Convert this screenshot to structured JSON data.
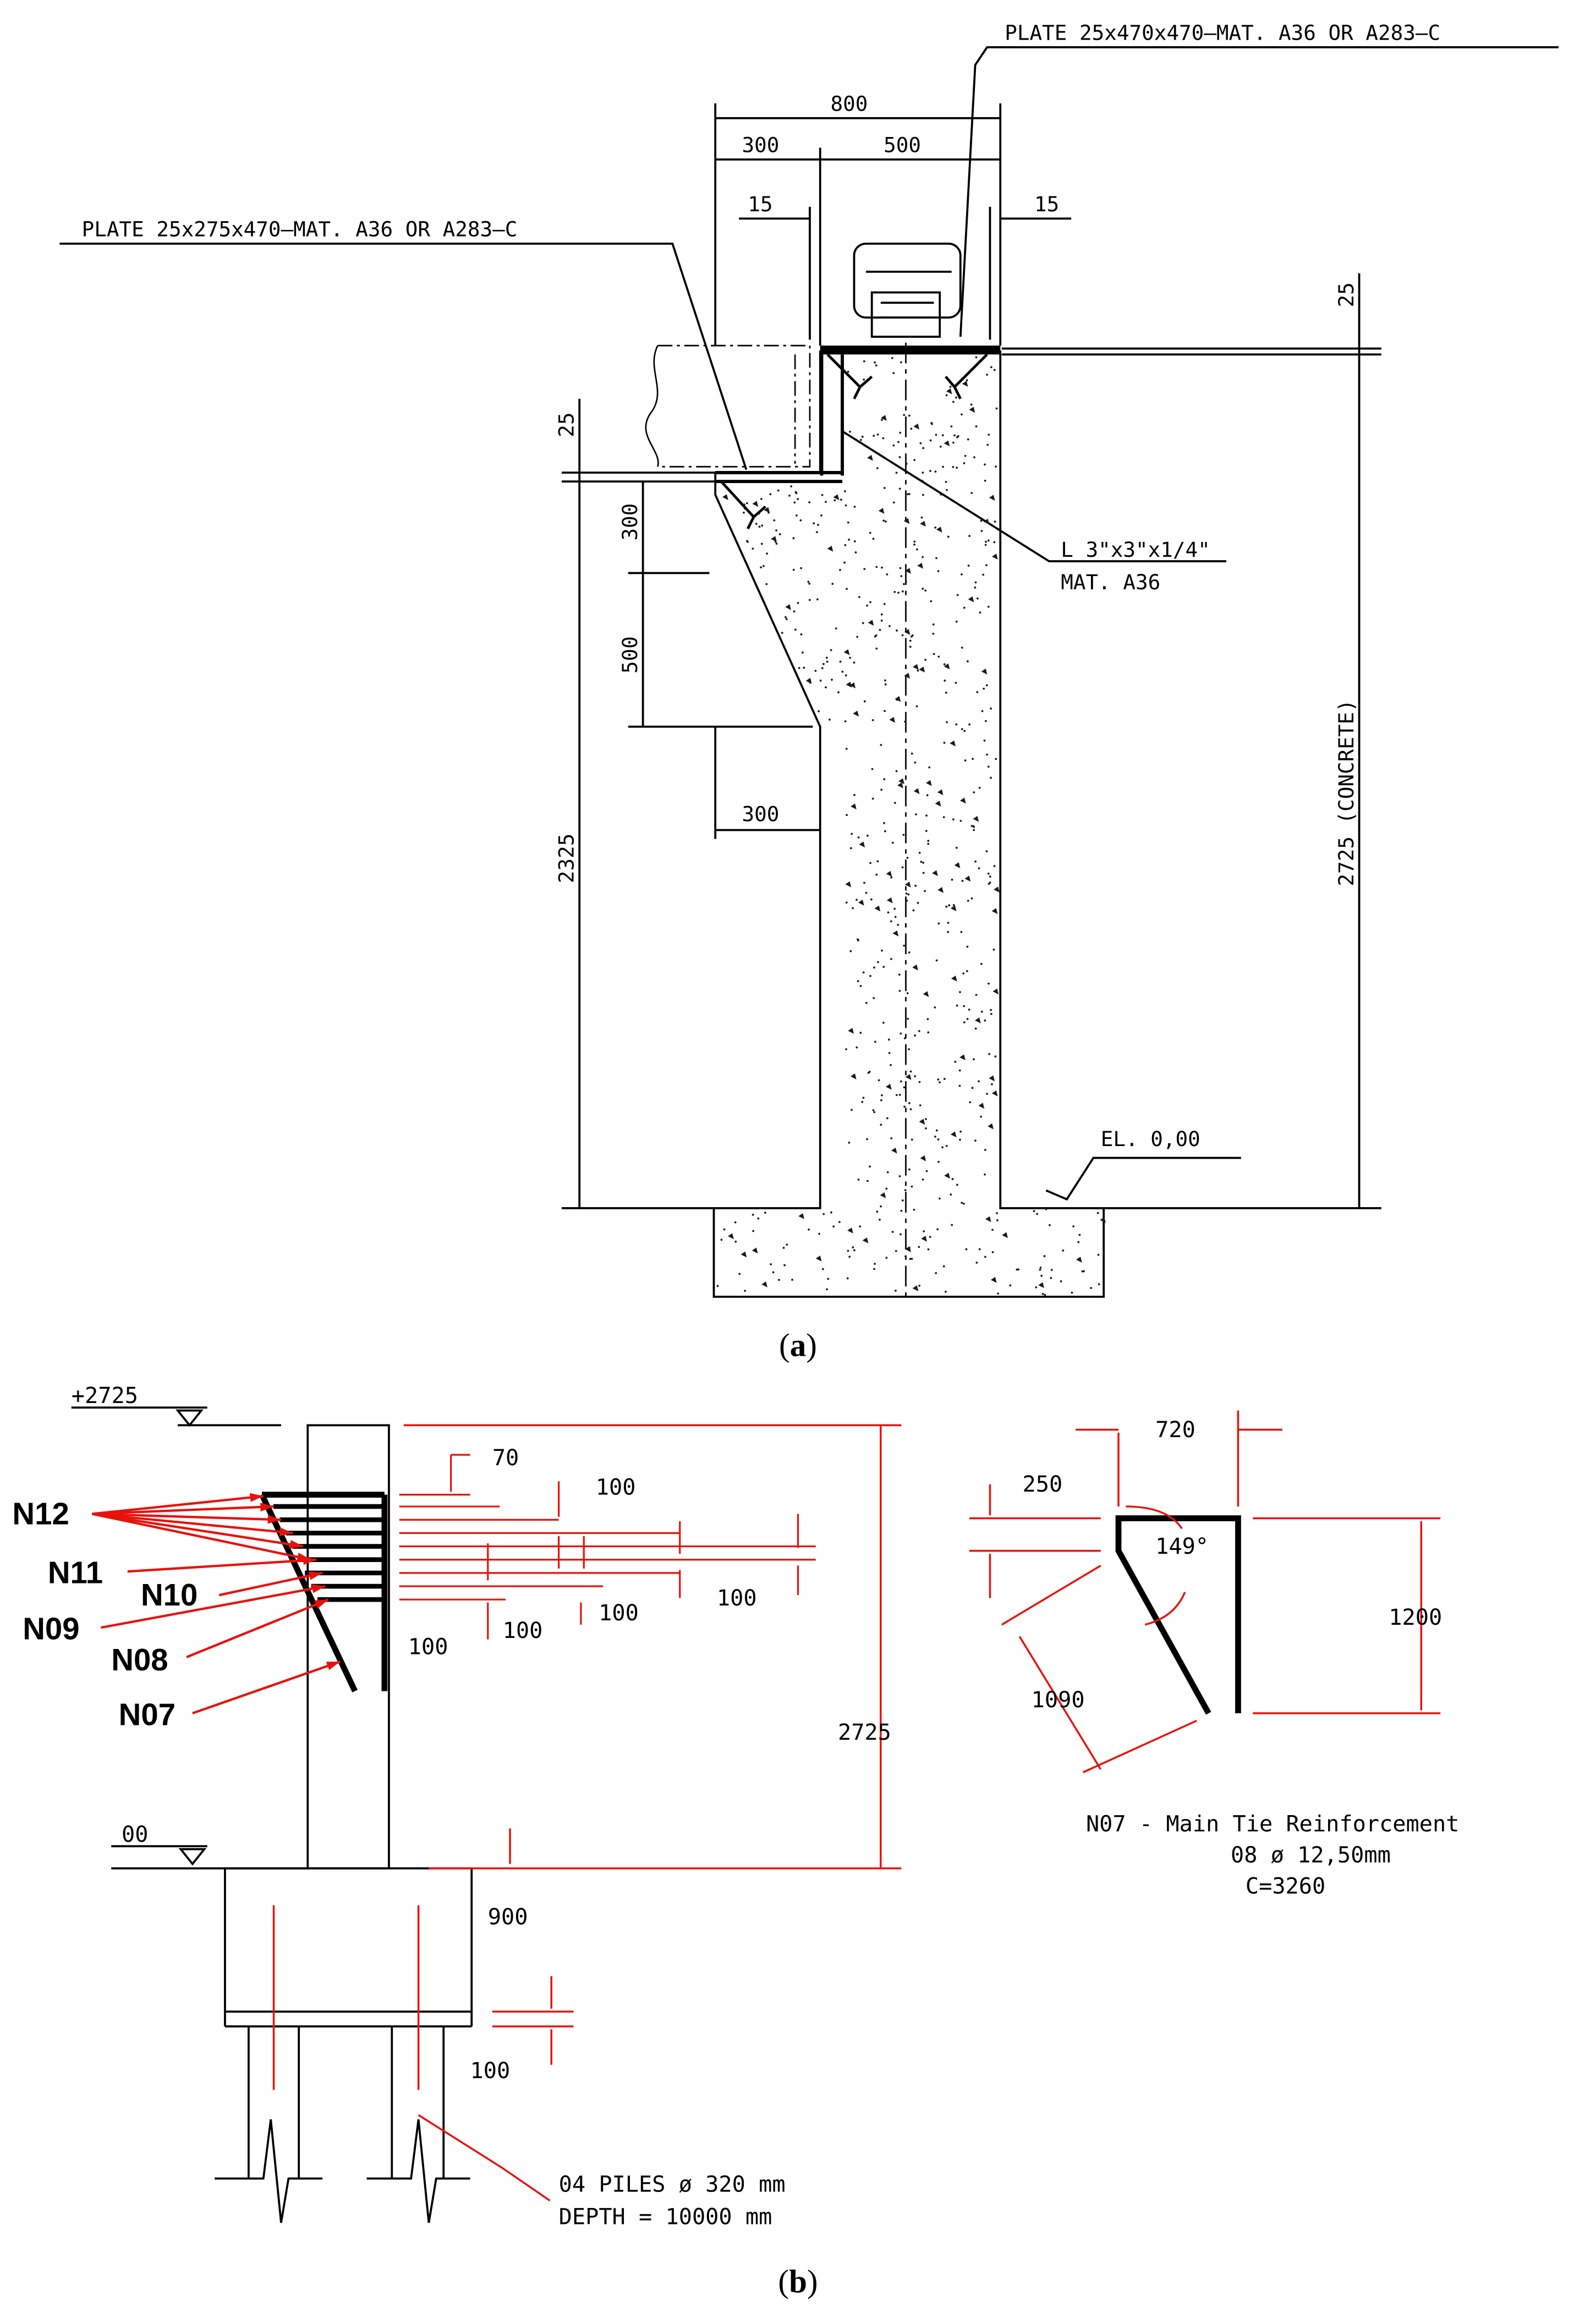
{
  "panel_a": {
    "caption_letter": "a",
    "plate_top_label": "PLATE 25x470x470—MAT. A36 OR A283—C",
    "plate_side_label": "PLATE 25x275x470—MAT. A36 OR A283—C",
    "angle_label_1": "L 3\"x3\"x1/4\"",
    "angle_label_2": "MAT. A36",
    "elevation_label": "EL. 0,00",
    "dims": {
      "total_width": "800",
      "left_width": "300",
      "right_width": "500",
      "gap_left": "15",
      "gap_right": "15",
      "plate_thk_right": "25",
      "plate_thk_left": "25",
      "step_300": "300",
      "haunch_500": "500",
      "corbel_300": "300",
      "height_2325": "2325",
      "height_2725": "2725 (CONCRETE)"
    }
  },
  "panel_b": {
    "caption_letter": "b",
    "top_level": "+2725",
    "ground_level": "00",
    "bar_labels": [
      "N12",
      "N11",
      "N10",
      "N09",
      "N08",
      "N07"
    ],
    "spacing_dims": [
      "70",
      "100",
      "100",
      "100",
      "100",
      "100",
      "100"
    ],
    "height_dim": "2725",
    "pilecap_dim": "900",
    "pile_offset_dim": "100",
    "piles_note_1": "04 PILES ø 320 mm",
    "piles_note_2": "DEPTH = 10000 mm",
    "detail": {
      "width": "720",
      "offset": "250",
      "angle": "149°",
      "diag": "1090",
      "height": "1200",
      "title": "N07 - Main Tie Reinforcement",
      "line2": "08 ø 12,50mm",
      "line3": "C=3260"
    }
  },
  "colors": {
    "ink": "#000000",
    "dim_red": "#e8120c",
    "concrete_dots": "#1a1a1a"
  }
}
